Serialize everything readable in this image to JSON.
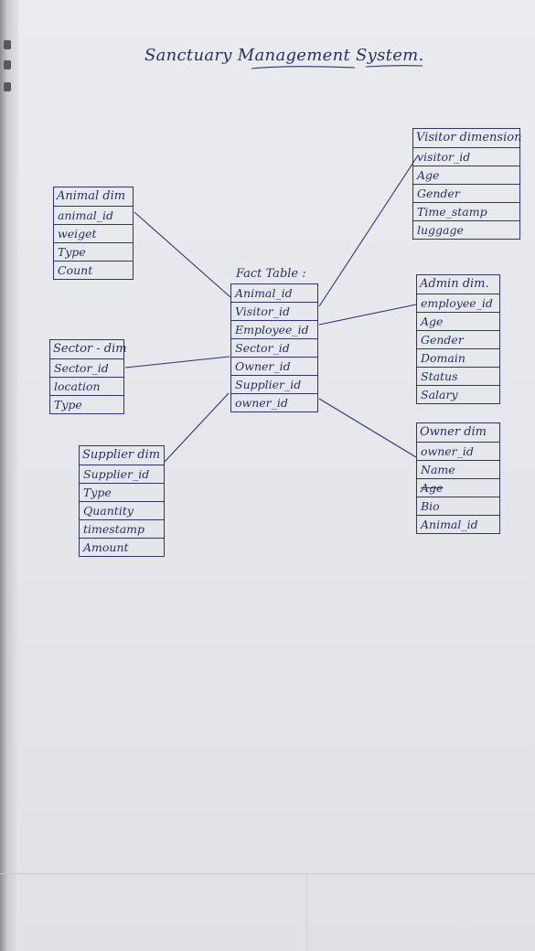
{
  "title": "Sanctuary Management System.",
  "fact": {
    "title": "Fact Table :",
    "rows": [
      "Animal_id",
      "Visitor_id",
      "Employee_id",
      "Sector_id",
      "Owner_id",
      "Supplier_id",
      "owner_id"
    ]
  },
  "animal": {
    "title": "Animal dim",
    "rows": [
      "animal_id",
      "weiget",
      "Type",
      "Count"
    ]
  },
  "sector": {
    "title": "Sector - dim",
    "rows": [
      "Sector_id",
      "location",
      "Type"
    ]
  },
  "supplier": {
    "title": "Supplier dim",
    "rows": [
      "Supplier_id",
      "Type",
      "Quantity",
      "timestamp",
      "Amount"
    ]
  },
  "visitor": {
    "title": "Visitor dimension",
    "rows": [
      "visitor_id",
      "Age",
      "Gender",
      "Time_stamp",
      "luggage"
    ]
  },
  "admin": {
    "title": "Admin dim.",
    "rows": [
      "employee_id",
      "Age",
      "Gender",
      "Domain",
      "Status",
      "Salary"
    ]
  },
  "owner": {
    "title": "Owner dim",
    "rows": [
      "owner_id",
      "Name",
      "Age",
      "Bio",
      "Animal_id"
    ]
  },
  "colors": {
    "ink": "#2d3578",
    "paper": "#e6e8eb"
  }
}
